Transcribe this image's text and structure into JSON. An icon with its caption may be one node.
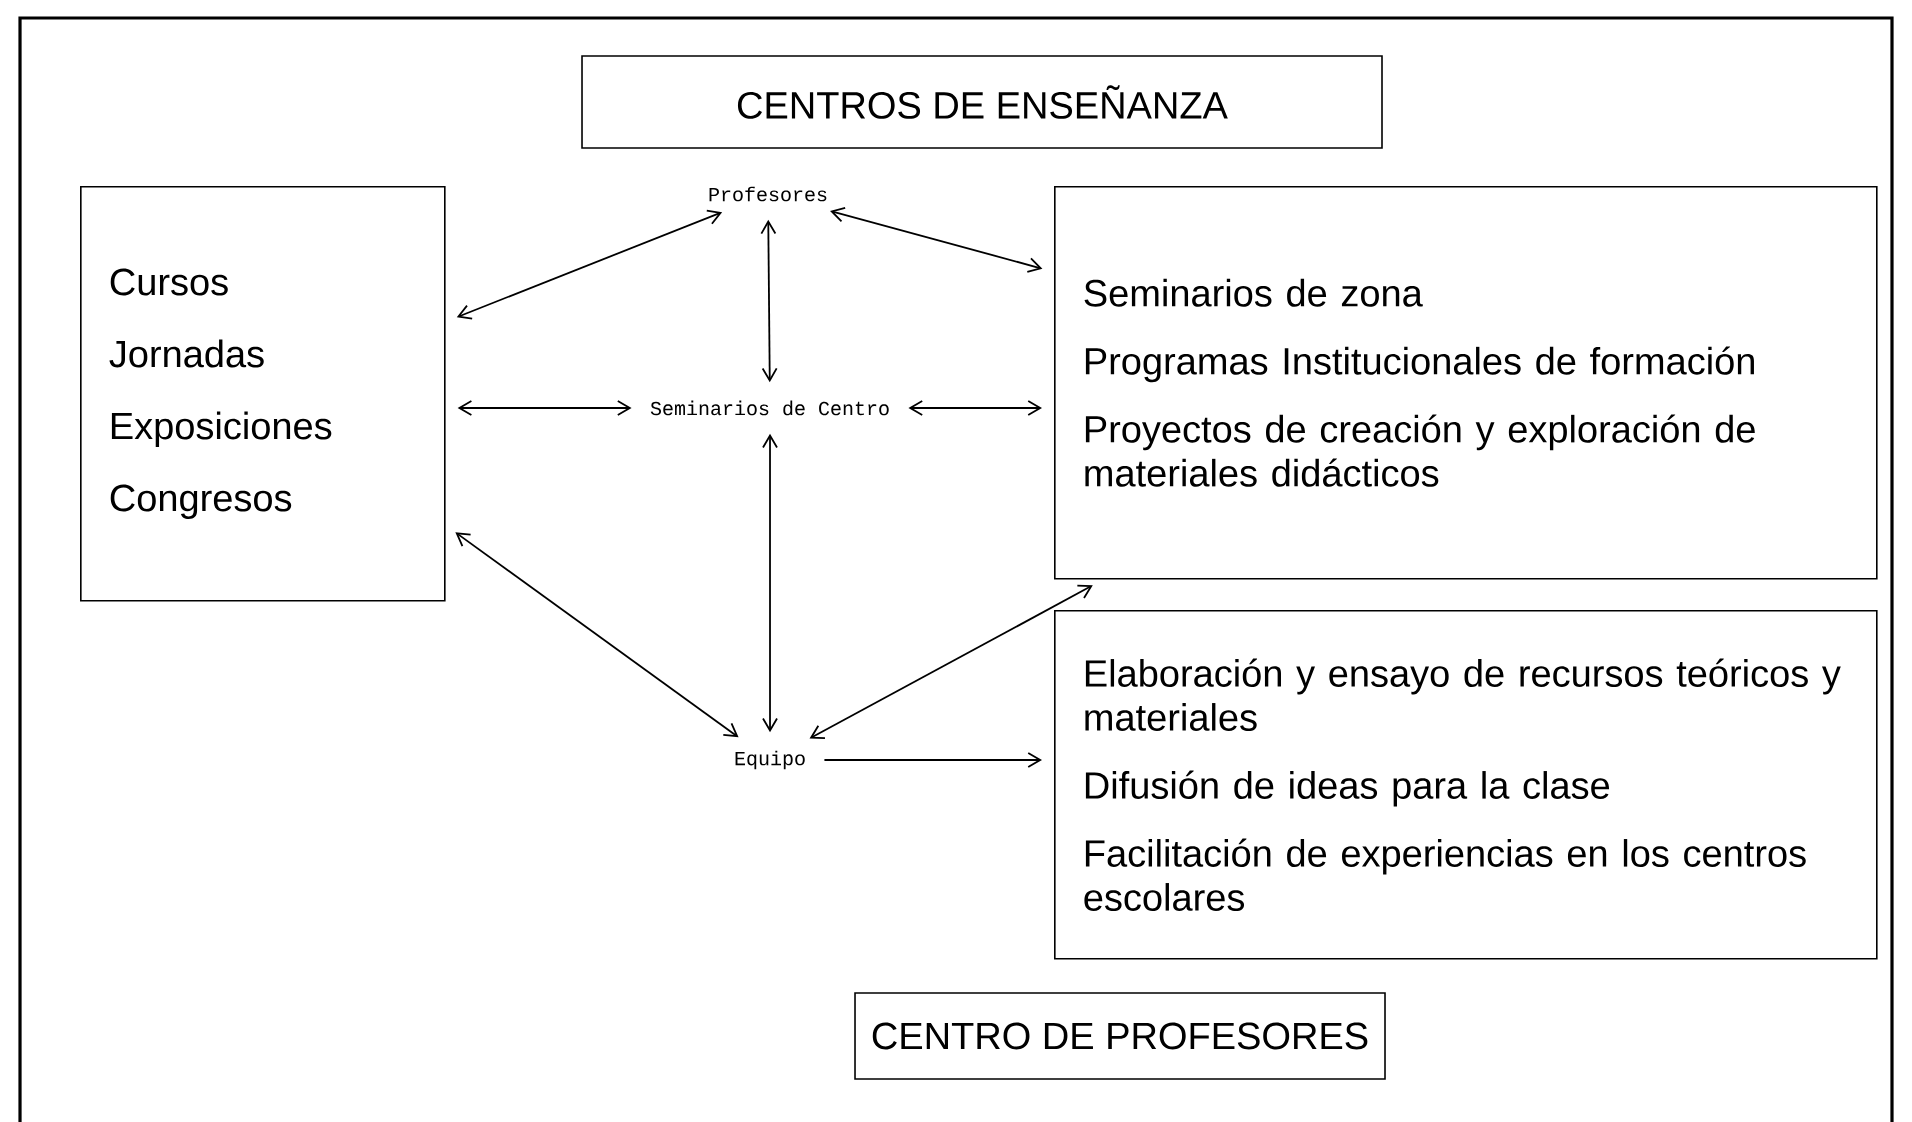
{
  "diagram": {
    "nodes": [
      {
        "text": [
          "CENTROS DE ENSEÑANZA"
        ]
      },
      {
        "text": [
          "Cursos",
          "Jornadas",
          "Exposiciones",
          "Congresos"
        ]
      },
      {
        "text": [
          "Profesores"
        ]
      },
      {
        "text": [
          "Seminarios de Centro"
        ]
      },
      {
        "text": [
          "Seminarios de zona",
          "Programas Institucionales de formación",
          "Proyectos de creación y exploración de materiales didácticos"
        ]
      },
      {
        "text": [
          "Equipo"
        ]
      },
      {
        "text": [
          "Elaboración y ensayo de recursos teóricos y materiales",
          "Difusión de ideas para la clase",
          "Facilitación de experiencias en los centros escolares"
        ]
      },
      {
        "text": [
          "CENTRO DE PROFESORES"
        ]
      }
    ],
    "edges": [
      {
        "from": 2,
        "to": 1,
        "arrow": "both"
      },
      {
        "from": 2,
        "to": 3,
        "arrow": "both"
      },
      {
        "from": 2,
        "to": 4,
        "arrow": "both"
      },
      {
        "from": 1,
        "to": 3,
        "arrow": "both"
      },
      {
        "from": 3,
        "to": 4,
        "arrow": "both"
      },
      {
        "from": 3,
        "to": 5,
        "arrow": "both"
      },
      {
        "from": 4,
        "to": 5,
        "arrow": "both"
      },
      {
        "from": 1,
        "to": 5,
        "arrow": "both"
      },
      {
        "from": 5,
        "to": 6,
        "arrow": "to"
      }
    ]
  }
}
